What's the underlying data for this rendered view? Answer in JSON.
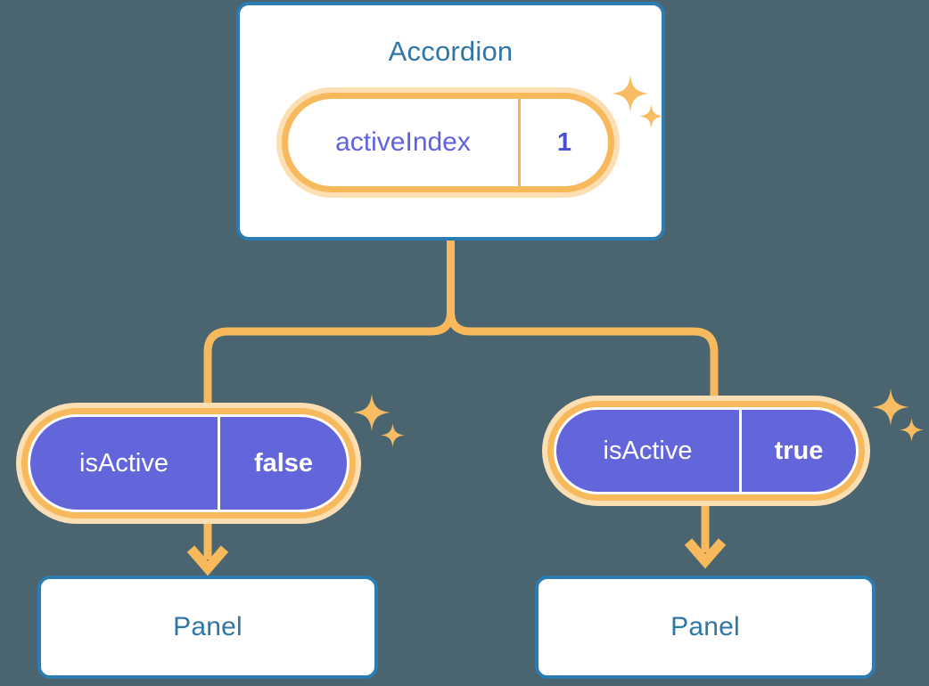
{
  "theme": {
    "background": "#4a6570",
    "card_border": "#2b7cb0",
    "card_fill": "#ffffff",
    "title_text": "#2f77a8",
    "pill_ring": "#f7b95c",
    "pill_glow": "#fbdfb2",
    "pill_fill_active": "#6366db",
    "pill_key_text": "#5f63dd",
    "pill_value_text": "#4a4fd0",
    "connector": "#f7b95c",
    "sparkle": "#f8bc62"
  },
  "diagram": {
    "type": "component-state-tree",
    "root": {
      "title": "Accordion",
      "state": {
        "key": "activeIndex",
        "value": "1",
        "style": "hollow"
      },
      "sparkle_icons": [
        "sparkle-large-icon",
        "sparkle-small-icon"
      ]
    },
    "children": [
      {
        "branch": "left",
        "state": {
          "key": "isActive",
          "value": "false",
          "style": "filled"
        },
        "sparkle_icons": [
          "sparkle-large-icon",
          "sparkle-small-icon"
        ],
        "node": {
          "title": "Panel"
        },
        "arrow_icon": "arrow-down-icon"
      },
      {
        "branch": "right",
        "state": {
          "key": "isActive",
          "value": "true",
          "style": "filled"
        },
        "sparkle_icons": [
          "sparkle-large-icon",
          "sparkle-small-icon"
        ],
        "node": {
          "title": "Panel"
        },
        "arrow_icon": "arrow-down-icon"
      }
    ]
  }
}
